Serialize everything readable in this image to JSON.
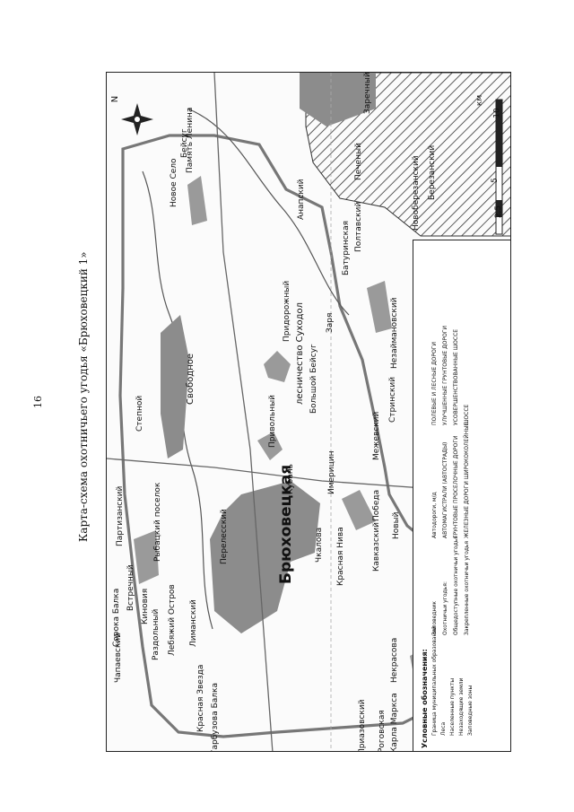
{
  "page": {
    "number": "16"
  },
  "caption": "Карта-схема охотничьего угодья «Брюховецкий 1»",
  "north": "N",
  "scale": {
    "unit": "км",
    "ticks": [
      "0",
      "2,5",
      "5",
      "10"
    ]
  },
  "legend": {
    "title": "Условные обозначения:",
    "items": [
      "Граница муниципальных образований",
      "Леса",
      "Населенные пункты",
      "Незаходящие земли",
      "Заповедные зоны",
      "Заповедник",
      "Охотничьи угодья:",
      "Общедоступные охотничьи угодья",
      "Закрепленные охотничьи угодья",
      "Автодороги, м/д",
      "АВТОМАГИСТРАЛИ (АВТОСТРАДЫ)",
      "ГРУНТОВЫЕ ПРОСЕЛОЧНЫЕ ДОРОГИ",
      "ЖЕЛЕЗНЫЕ ДОРОГИ ШИРОКОКОЛЕЙНЫЕ",
      "ПОЛЕВЫЕ И ЛЕСНЫЕ ДОРОГИ",
      "УЛУЧШЕННЫЕ ГРУНТОВЫЕ ДОРОГИ",
      "УСОВЕРШЕНСТВОВАННЫЕ ШОССЕ",
      "ШОССЕ"
    ]
  },
  "places": [
    "Брюховецкая",
    "лесничество Суходол",
    "Свободное",
    "Степной",
    "Партизанский",
    "Сорока Балка",
    "Встречный",
    "Киновия",
    "Раздольный",
    "Лебяжий Остров",
    "Рыбацкий поселок",
    "Перелесский",
    "Чапаевский",
    "Красная Звезда",
    "Лиманский",
    "Гарбузова Балка",
    "Роговская",
    "Карла Маркса",
    "Некрасова",
    "Приазовский",
    "Чкалова",
    "Красная Нива",
    "Кавказский",
    "Победа",
    "Новый",
    "Имерицин",
    "Кубань",
    "Привольный",
    "Батуринская",
    "Полтавский",
    "Заря",
    "Придорожный",
    "Большой Бейсуг",
    "Межевский",
    "Стринский",
    "Незаймановский",
    "Новое Село",
    "Бейсуг",
    "Память Ленина",
    "Анапский",
    "Печеный",
    "Заречный",
    "Новоберезанский",
    "Березанский"
  ]
}
